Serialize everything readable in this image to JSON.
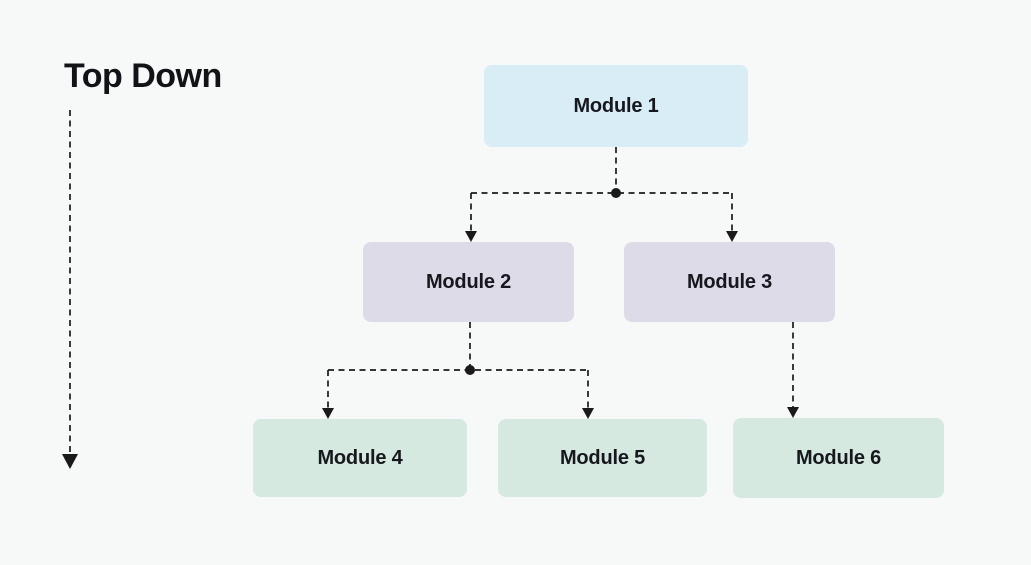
{
  "title": "Top Down",
  "diagram": {
    "nodes": [
      {
        "id": "module1",
        "label": "Module 1",
        "tier": 1,
        "fill": "#d9edf6"
      },
      {
        "id": "module2",
        "label": "Module 2",
        "tier": 2,
        "fill": "#dddbe7"
      },
      {
        "id": "module3",
        "label": "Module 3",
        "tier": 2,
        "fill": "#dddbe7"
      },
      {
        "id": "module4",
        "label": "Module 4",
        "tier": 3,
        "fill": "#d5e9e0"
      },
      {
        "id": "module5",
        "label": "Module 5",
        "tier": 3,
        "fill": "#d5e9e0"
      },
      {
        "id": "module6",
        "label": "Module 6",
        "tier": 3,
        "fill": "#d5e9e0"
      }
    ],
    "edges": [
      {
        "from": "module1",
        "to": "module2",
        "style": "dashed-arrow"
      },
      {
        "from": "module1",
        "to": "module3",
        "style": "dashed-arrow"
      },
      {
        "from": "module2",
        "to": "module4",
        "style": "dashed-arrow"
      },
      {
        "from": "module2",
        "to": "module5",
        "style": "dashed-arrow"
      },
      {
        "from": "module3",
        "to": "module6",
        "style": "dashed-arrow"
      }
    ],
    "colors": {
      "background": "#f7f8f8",
      "line": "#1a1a1a",
      "text": "#16181d",
      "title_text": "#121317"
    }
  }
}
